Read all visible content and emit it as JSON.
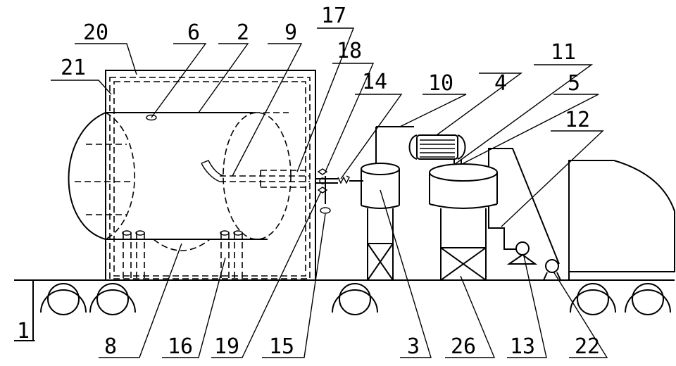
{
  "diagram": {
    "labels": [
      "1",
      "2",
      "3",
      "4",
      "5",
      "6",
      "8",
      "9",
      "10",
      "11",
      "12",
      "13",
      "14",
      "15",
      "16",
      "17",
      "18",
      "19",
      "20",
      "21",
      "22",
      "26"
    ]
  }
}
